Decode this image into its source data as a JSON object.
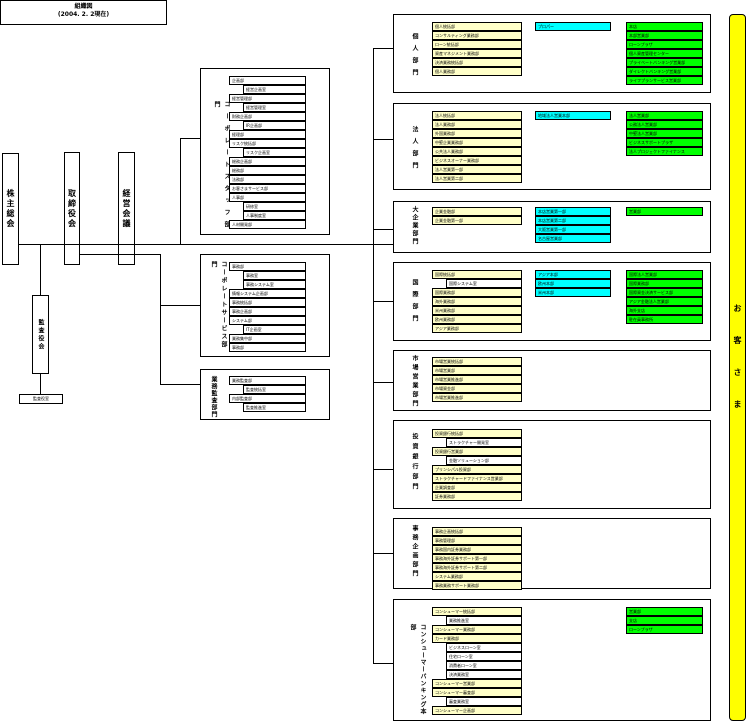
{
  "header": {
    "title": "組織図",
    "date": "(2004. 2. 2現在)"
  },
  "top": {
    "shareholders": "株主総会",
    "board": "取締役会",
    "management": "経営会議",
    "auditors": "監査役会",
    "audit_office": "監査役室"
  },
  "left_groups": [
    {
      "label": "コーポレートスタッフ部門",
      "items": [
        {
          "t": "企画部",
          "indent": 0
        },
        {
          "t": "経営企画室",
          "indent": 1
        },
        {
          "t": "経営管理部",
          "indent": 0
        },
        {
          "t": "経営管理室",
          "indent": 1
        },
        {
          "t": "財務企画部",
          "indent": 0
        },
        {
          "t": "IR企画部",
          "indent": 1
        },
        {
          "t": "経理部",
          "indent": 0
        },
        {
          "t": "リスク統括部",
          "indent": 0
        },
        {
          "t": "リスク企画室",
          "indent": 1
        },
        {
          "t": "総務企画部",
          "indent": 0
        },
        {
          "t": "総務部",
          "indent": 0
        },
        {
          "t": "法務部",
          "indent": 0
        },
        {
          "t": "お客さまサービス部",
          "indent": 0
        },
        {
          "t": "人事部",
          "indent": 0
        },
        {
          "t": "研修室",
          "indent": 1
        },
        {
          "t": "人事制度室",
          "indent": 1
        },
        {
          "t": "人材開発部",
          "indent": 0
        }
      ]
    },
    {
      "label": "コーポレートサービス部門",
      "items": [
        {
          "t": "事務部",
          "indent": 0
        },
        {
          "t": "事務室",
          "indent": 1
        },
        {
          "t": "事務システム室",
          "indent": 1
        },
        {
          "t": "情報システム企画部",
          "indent": 0
        },
        {
          "t": "事務統括部",
          "indent": 0
        },
        {
          "t": "事務企画部",
          "indent": 0
        },
        {
          "t": "システム部",
          "indent": 0
        },
        {
          "t": "IT企画室",
          "indent": 1
        },
        {
          "t": "業務集中部",
          "indent": 0
        },
        {
          "t": "事務部",
          "indent": 0
        }
      ]
    },
    {
      "label": "業務監査部門",
      "items": [
        {
          "t": "業務監査部",
          "indent": 0
        },
        {
          "t": "監査統括室",
          "indent": 1
        },
        {
          "t": "内部監査部",
          "indent": 0
        },
        {
          "t": "監査推進室",
          "indent": 1
        }
      ]
    }
  ],
  "right_groups": [
    {
      "label": "個人部門",
      "yellow": [
        {
          "t": "個人統括部",
          "indent": 0
        },
        {
          "t": "コンサルティング業務部",
          "indent": 0
        },
        {
          "t": "ローン統括部",
          "indent": 0
        },
        {
          "t": "資産マネジメント業務部",
          "indent": 0
        },
        {
          "t": "決済業務統括部",
          "indent": 0
        },
        {
          "t": "個人業務部",
          "indent": 0
        }
      ],
      "cyan": [
        "プロパー"
      ],
      "green": [
        "本店",
        "本部営業部",
        "ローンプラザ",
        "個人資産管理センター",
        "プライベートバンキング営業部",
        "ダイレクトバンキング営業部",
        "ライフプランサービス営業部"
      ]
    },
    {
      "label": "法人部門",
      "yellow": [
        {
          "t": "法人統括部",
          "indent": 0
        },
        {
          "t": "法人業務部",
          "indent": 0
        },
        {
          "t": "外国業務部",
          "indent": 0
        },
        {
          "t": "中堅企業業務部",
          "indent": 0
        },
        {
          "t": "公共法人業務部",
          "indent": 0
        },
        {
          "t": "ビジネスオーナー業務部",
          "indent": 0
        },
        {
          "t": "法人営業第一部",
          "indent": 0
        },
        {
          "t": "法人営業第二部",
          "indent": 0
        }
      ],
      "cyan": [
        "地域法人営業本部"
      ],
      "green": [
        "法人営業部",
        "公務法人営業部",
        "中堅法人営業部",
        "ビジネスサポートプラザ",
        "法人プロジェクトファイナンス"
      ]
    },
    {
      "label": "大企業部門",
      "yellow": [
        {
          "t": "企業金融部",
          "indent": 0
        },
        {
          "t": "企業金融第一部",
          "indent": 0
        }
      ],
      "cyan": [
        "本店営業第一部",
        "本店営業第二部",
        "大阪営業第一部",
        "名古屋営業部"
      ],
      "green": [
        "営業部"
      ]
    },
    {
      "label": "国際部門",
      "yellow": [
        {
          "t": "国際統括部",
          "indent": 0
        },
        {
          "t": "国際システム室",
          "indent": 1
        },
        {
          "t": "国際業務部",
          "indent": 0
        },
        {
          "t": "海外業務部",
          "indent": 0
        },
        {
          "t": "米州業務部",
          "indent": 0
        },
        {
          "t": "欧州業務部",
          "indent": 0
        },
        {
          "t": "アジア業務部",
          "indent": 0
        }
      ],
      "cyan": [
        "アジア本部",
        "欧州本部",
        "米州本部"
      ],
      "green": [
        "国際法人営業部",
        "国際業務部",
        "国際資金決済サービス部",
        "アジア金融法人営業部",
        "海外支店",
        "駐在員事務所"
      ]
    },
    {
      "label": "市場営業部門",
      "yellow": [
        {
          "t": "市場営業統括部",
          "indent": 0
        },
        {
          "t": "市場営業部",
          "indent": 0
        },
        {
          "t": "市場営業推進部",
          "indent": 0
        },
        {
          "t": "市場資金部",
          "indent": 0
        },
        {
          "t": "市場営業推進部",
          "indent": 0
        }
      ],
      "cyan": [],
      "green": []
    },
    {
      "label": "投資銀行部門",
      "yellow": [
        {
          "t": "投資銀行統括部",
          "indent": 0
        },
        {
          "t": "ストラクチャー開発室",
          "indent": 1
        },
        {
          "t": "投資銀行営業部",
          "indent": 0
        },
        {
          "t": "金融ソリューション部",
          "indent": 1
        },
        {
          "t": "プリンシパル投資部",
          "indent": 0
        },
        {
          "t": "ストラクチャードファイナンス営業部",
          "indent": 0
        },
        {
          "t": "企業調査部",
          "indent": 0
        },
        {
          "t": "証券業務部",
          "indent": 0
        }
      ],
      "cyan": [],
      "green": []
    },
    {
      "label": "事務企画部門",
      "yellow": [
        {
          "t": "事務企画統括部",
          "indent": 0
        },
        {
          "t": "事務管理部",
          "indent": 0
        },
        {
          "t": "事務国内証券業務部",
          "indent": 0
        },
        {
          "t": "事務海外証券サポート第一部",
          "indent": 0
        },
        {
          "t": "事務海外証券サポート第二部",
          "indent": 0
        },
        {
          "t": "システム業務部",
          "indent": 0
        },
        {
          "t": "事務業務サポート業務部",
          "indent": 0
        }
      ],
      "cyan": [],
      "green": []
    },
    {
      "label": "コンシューマーバンキング本部",
      "yellow": [
        {
          "t": "コンシューマー統括部",
          "indent": 0
        },
        {
          "t": "業務推進室",
          "indent": 1
        },
        {
          "t": "コンシューマー業務部",
          "indent": 0
        },
        {
          "t": "カード業務部",
          "indent": 0
        },
        {
          "t": "ビジネスローン室",
          "indent": 1
        },
        {
          "t": "住宅ローン室",
          "indent": 1
        },
        {
          "t": "消費者ローン室",
          "indent": 1
        },
        {
          "t": "決済業務室",
          "indent": 1
        },
        {
          "t": "コンシューマー営業部",
          "indent": 0
        },
        {
          "t": "コンシューマー審査部",
          "indent": 0
        },
        {
          "t": "審査業務室",
          "indent": 1
        },
        {
          "t": "コンシューマー企画部",
          "indent": 0
        }
      ],
      "cyan": [],
      "green": [
        "営業部",
        "支店",
        "ローンプラザ"
      ]
    }
  ],
  "customer_label": "お客さま"
}
